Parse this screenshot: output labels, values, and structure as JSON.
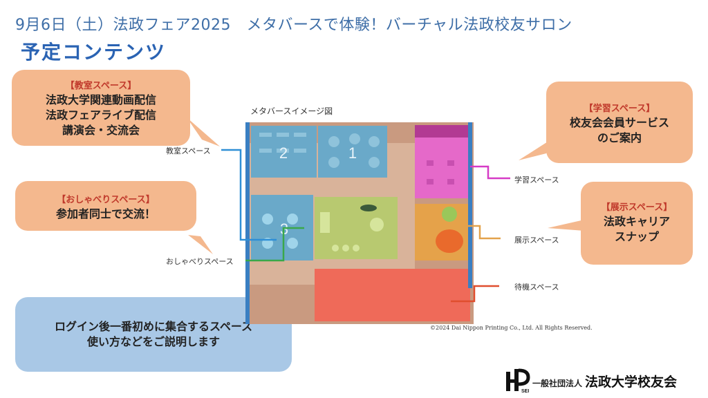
{
  "header": {
    "title": "9月6日（土）法政フェア2025　メタバースで体験！バーチャル法政校友サロン",
    "subtitle": "予定コンテンツ"
  },
  "bubbles": {
    "classroom": {
      "tag": "【教室スペース】",
      "lines": [
        "法政大学関連動画配信",
        "法政フェアライブ配信",
        "講演会・交流会"
      ]
    },
    "chat": {
      "tag": "【おしゃべりスペース】",
      "lines": [
        "参加者同士で交流！"
      ]
    },
    "study": {
      "tag": "【学習スペース】",
      "lines": [
        "校友会会員サービス",
        "のご案内"
      ]
    },
    "exhibit": {
      "tag": "【展示スペース】",
      "lines": [
        "法政キャリア",
        "スナップ"
      ]
    },
    "waiting": {
      "lines": [
        "ログイン後一番初めに集合するスペース",
        "使い方などをご説明します"
      ]
    }
  },
  "map": {
    "caption": "メタバースイメージ図",
    "room_numbers": [
      "2",
      "1",
      "3"
    ],
    "copyright": "©2024 Dai Nippon Printing Co., Ltd. All Rights Reserved."
  },
  "area_labels": {
    "classroom": "教室スペース",
    "chat": "おしゃべりスペース",
    "study": "学習スペース",
    "exhibit": "展示スペース",
    "waiting": "待機スペース"
  },
  "footer": {
    "logo_text": "SEI",
    "org_type": "一般社団法人",
    "org_name": "法政大学校友会"
  },
  "colors": {
    "title": "#3e6ea7",
    "subtitle": "#2a63b3",
    "bubble_orange": "#f4b88e",
    "bubble_blue": "#a9c8e6",
    "line_blue": "#2f8fd6",
    "line_pink": "#d63bc6",
    "line_orange": "#e3a24b",
    "line_red": "#e04e2e",
    "line_green": "#3aa84a"
  }
}
